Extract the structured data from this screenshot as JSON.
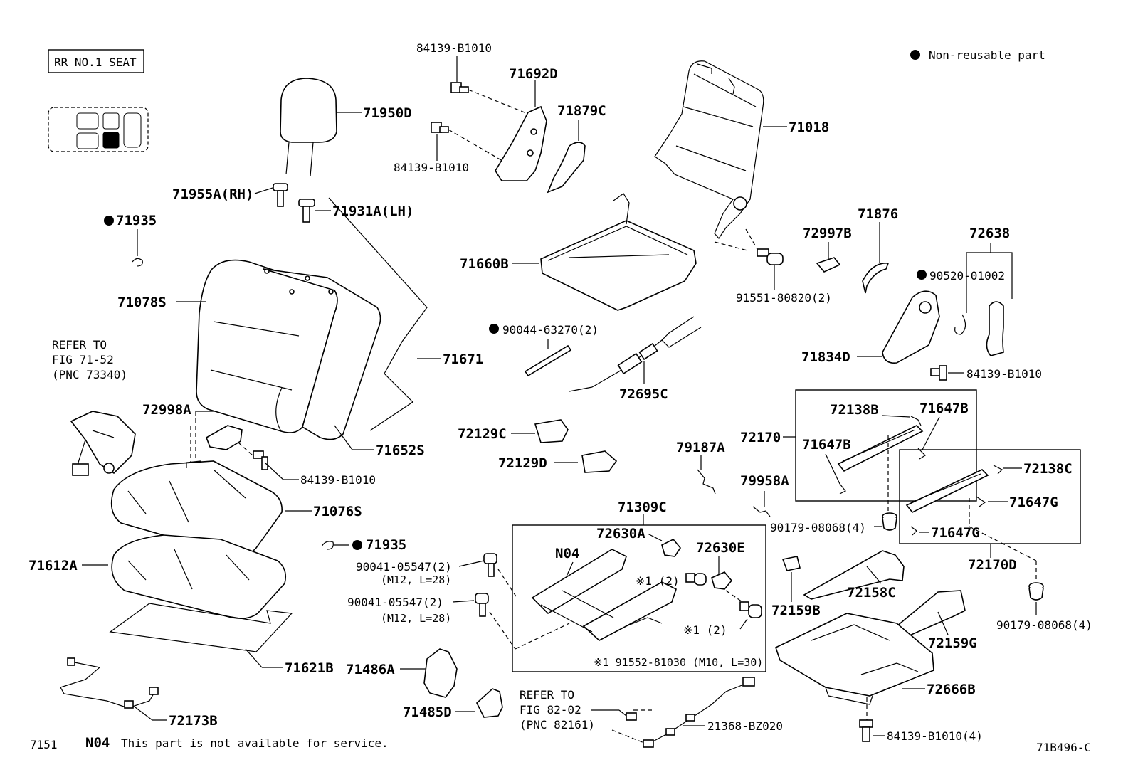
{
  "diagram": {
    "seat_title": "RR NO.1 SEAT",
    "legend": {
      "symbol": "●",
      "text": "Non-reusable part"
    },
    "footer": {
      "page_code": "7151",
      "n04_code": "N04",
      "n04_note": "This part is not available for service.",
      "figure_code": "71B496-C"
    },
    "labels": {
      "p84139_top": "84139-B1010",
      "p84139_mid": "84139-B1010",
      "p71692D": "71692D",
      "p71879C": "71879C",
      "p71018": "71018",
      "p71950D": "71950D",
      "p71955A": "71955A(RH)",
      "p71931A": "71931A(LH)",
      "p71935_top": "71935",
      "p71078S": "71078S",
      "p71671": "71671",
      "p71660B": "71660B",
      "p91551": "91551-80820(2)",
      "p72997B": "72997B",
      "p71876": "71876",
      "p72638": "72638",
      "p90520": "90520-01002",
      "p71834D": "71834D",
      "p84139_right": "84139-B1010",
      "p90044": "90044-63270(2)",
      "p72695C": "72695C",
      "refer1_l1": "REFER TO",
      "refer1_l2": "FIG 71-52",
      "refer1_l3": "(PNC 73340)",
      "p72998A": "72998A",
      "p71652S": "71652S",
      "p84139_seat": "84139-B1010",
      "p72129C": "72129C",
      "p72129D": "72129D",
      "p79187A": "79187A",
      "p79958A": "79958A",
      "p72170": "72170",
      "p72138B": "72138B",
      "p71647B_a": "71647B",
      "p71647B_b": "71647B",
      "p72138C": "72138C",
      "p71647G_a": "71647G",
      "p71647G_b": "71647G",
      "p72170D": "72170D",
      "p90179_a": "90179-08068(4)",
      "p90179_b": "90179-08068(4)",
      "p71076S": "71076S",
      "p71612A": "71612A",
      "p71935_mid": "71935",
      "p71309C": "71309C",
      "p72630A": "72630A",
      "p72630E": "72630E",
      "pN04": "N04",
      "p90041_a": "90041-05547(2)",
      "p90041_a_spec": "(M12, L=28)",
      "p90041_b": "90041-05547(2)",
      "p90041_b_spec": "(M12, L=28)",
      "ref_x1_a": "※1 (2)",
      "ref_x1_b": "※1 (2)",
      "ref_x1_note": "※1 91552-81030 (M10, L=30)",
      "p72159B": "72159B",
      "p72158C": "72158C",
      "p72159G": "72159G",
      "p72666B": "72666B",
      "p84139_bot": "84139-B1010(4)",
      "p71621B": "71621B",
      "p72173B": "72173B",
      "p71486A": "71486A",
      "p71485D": "71485D",
      "refer2_l1": "REFER TO",
      "refer2_l2": "FIG 82-02",
      "refer2_l3": "(PNC 82161)",
      "p21368": "21368-BZ020"
    }
  }
}
